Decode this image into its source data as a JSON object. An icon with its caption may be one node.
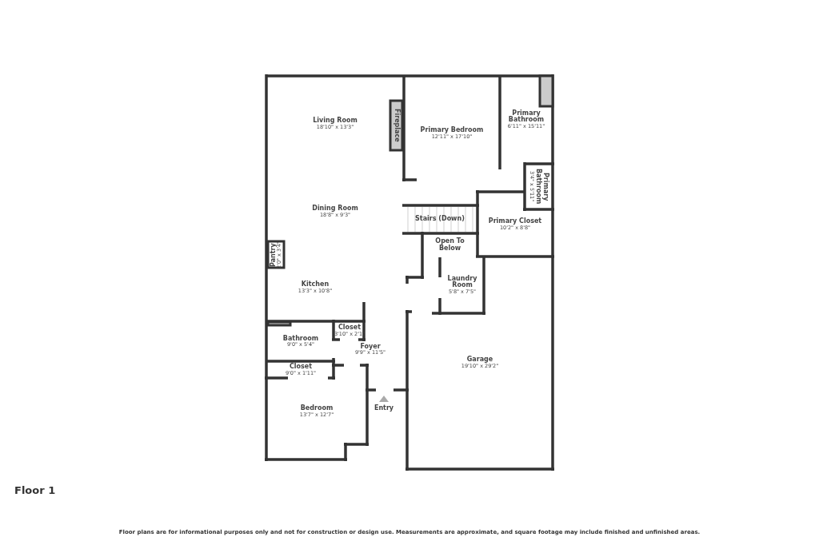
{
  "diagram": {
    "title": "Floor 1",
    "caption": "Floor plans are for informational purposes only and not for construction or design use. Measurements are approximate, and square footage may include finished and unfinished areas.",
    "nodes": [
      {
        "text": [
          "Living Room",
          "18'10\" x 13'3\""
        ]
      },
      {
        "text": [
          "Fireplace"
        ]
      },
      {
        "text": [
          "Primary Bedroom",
          "12'11\" x 17'10\""
        ]
      },
      {
        "text": [
          "Primary Bathroom",
          "6'11\" x 15'11\""
        ]
      },
      {
        "text": [
          "Dining Room",
          "18'8\" x 9'3\""
        ]
      },
      {
        "text": [
          "Primary Bathroom",
          "3'4\" x 5'11\""
        ]
      },
      {
        "text": [
          "Stairs (Down)"
        ]
      },
      {
        "text": [
          "Primary Closet",
          "10'2\" x 8'8\""
        ]
      },
      {
        "text": [
          "Open To Below"
        ]
      },
      {
        "text": [
          "Pantry",
          "2'0\" x 3'4\""
        ]
      },
      {
        "text": [
          "Kitchen",
          "13'3\" x 10'8\""
        ]
      },
      {
        "text": [
          "Laundry Room",
          "5'8\" x 7'5\""
        ]
      },
      {
        "text": [
          "Closet",
          "3'10\" x 2'1\""
        ]
      },
      {
        "text": [
          "Bathroom",
          "9'0\" x 5'4\""
        ]
      },
      {
        "text": [
          "Foyer",
          "9'9\" x 11'5\""
        ]
      },
      {
        "text": [
          "Closet",
          "9'0\" x 1'11\""
        ]
      },
      {
        "text": [
          "Garage",
          "19'10\" x 29'2\""
        ]
      },
      {
        "text": [
          "Bedroom",
          "13'7\" x 12'7\""
        ]
      }
    ],
    "edges": [],
    "labels": [
      "Entry"
    ]
  }
}
